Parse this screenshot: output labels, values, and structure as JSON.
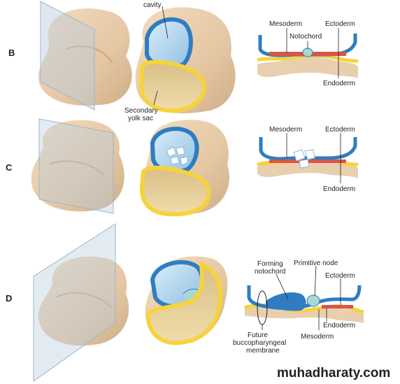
{
  "colors": {
    "embryo_skin": "#e9cfae",
    "embryo_shadow": "#d2b491",
    "amnion_blue": "#2f7dc0",
    "amnion_light": "#a9cfe9",
    "yolk_yellow": "#f6d33c",
    "yolk_inner": "#e9cf96",
    "mesoderm_red": "#d9534f",
    "plane": "#b9ccdf"
  },
  "rows": [
    {
      "id": "B",
      "letter": "B",
      "labels": {
        "cavity": "cavity",
        "secondary_yolk_sac_1": "Secondary",
        "secondary_yolk_sac_2": "yolk sac",
        "mesoderm": "Mesoderm",
        "ectoderm": "Ectoderm",
        "notochord": "Notochord",
        "endoderm": "Endoderm"
      }
    },
    {
      "id": "C",
      "letter": "C",
      "labels": {
        "mesoderm": "Mesoderm",
        "ectoderm": "Ectoderm",
        "endoderm": "Endoderm"
      }
    },
    {
      "id": "D",
      "letter": "D",
      "labels": {
        "forming_notochord_1": "Forming",
        "forming_notochord_2": "notochord",
        "primitive_node": "Primitive node",
        "ectoderm": "Ectoderm",
        "endoderm": "Endoderm",
        "mesoderm": "Mesoderm",
        "future_1": "Future",
        "future_2": "buccopharyngeal",
        "future_3": "membrane"
      }
    }
  ],
  "watermark": "muhadharaty.com",
  "icons": [
    "embryo-shape",
    "section-plane",
    "cut-embryo",
    "germ-layer-diagram"
  ]
}
